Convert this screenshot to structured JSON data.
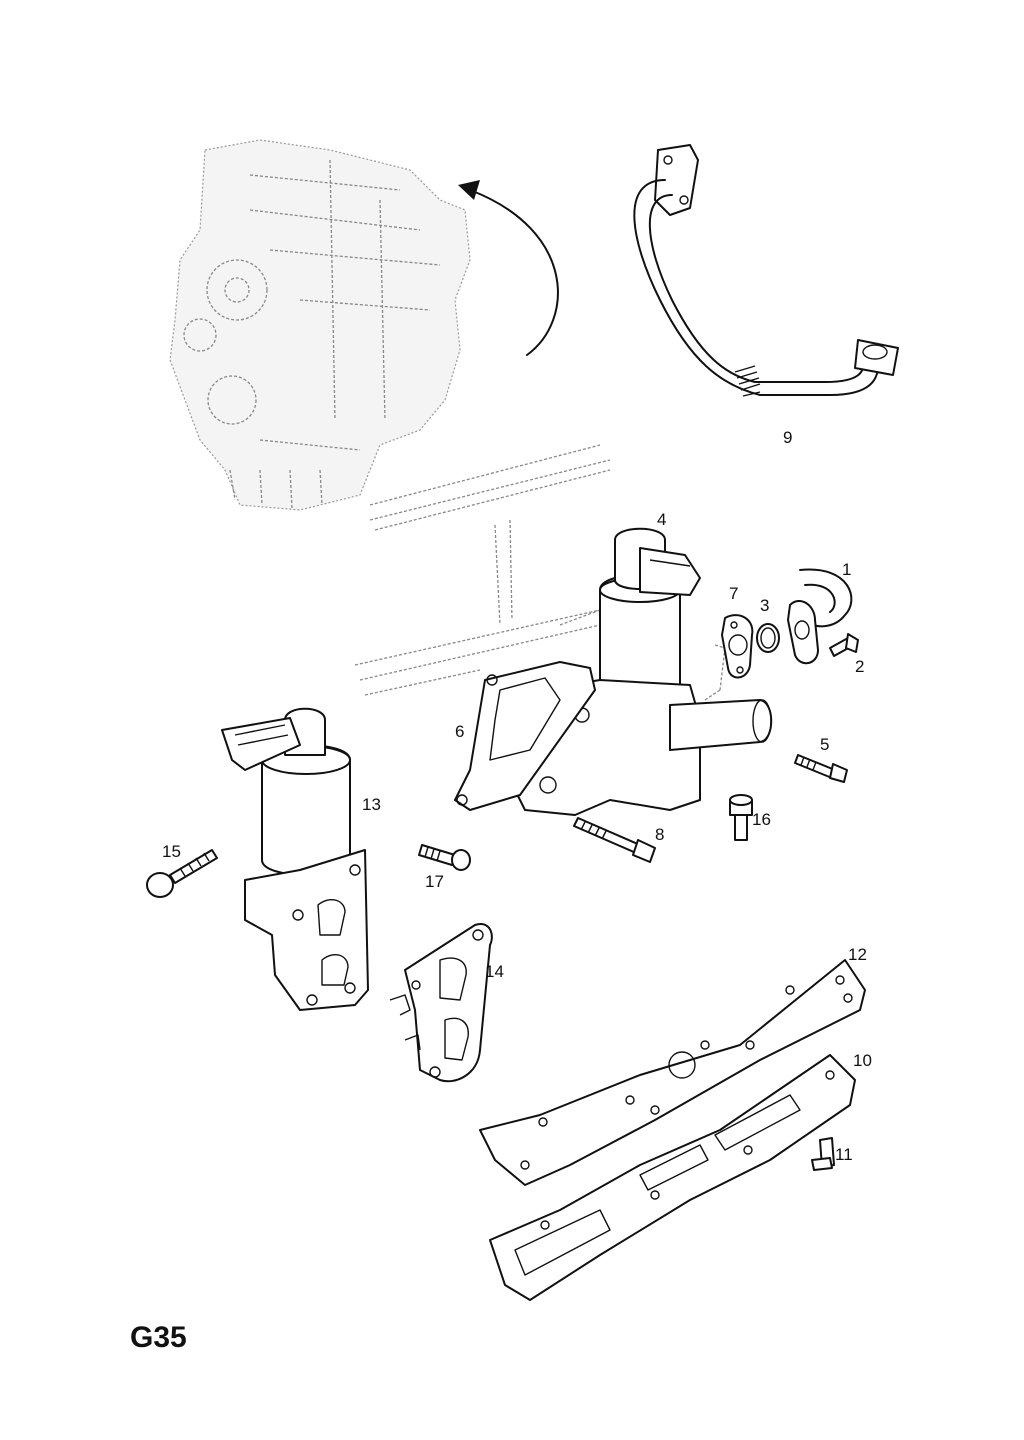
{
  "page_code": "G35",
  "callouts": [
    "1",
    "2",
    "3",
    "4",
    "5",
    "6",
    "7",
    "8",
    "9",
    "10",
    "11",
    "12",
    "13",
    "14",
    "15",
    "16",
    "17"
  ]
}
